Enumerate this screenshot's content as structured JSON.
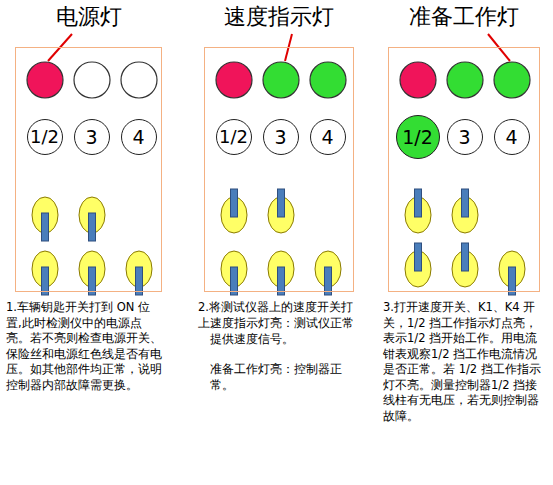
{
  "diagram": {
    "nodes": [
      {
        "text": [
          "电源灯"
        ]
      },
      {
        "text": [
          "1/2"
        ],
        "in": 0
      },
      {
        "text": [
          "3"
        ],
        "in": 0
      },
      {
        "text": [
          "4"
        ],
        "in": 0
      },
      {
        "text": [
          "速度指示灯"
        ]
      },
      {
        "text": [
          "1/2"
        ],
        "in": 4
      },
      {
        "text": [
          "3"
        ],
        "in": 4
      },
      {
        "text": [
          "4"
        ],
        "in": 4
      },
      {
        "text": [
          "准备工作灯"
        ]
      },
      {
        "text": [
          "1/2"
        ],
        "in": 8
      },
      {
        "text": [
          "3"
        ],
        "in": 8
      },
      {
        "text": [
          "4"
        ],
        "in": 8
      }
    ],
    "edges": [],
    "labels": [
      "1.车辆钥匙开关打到 ON 位置,此时检测仪中的电源点亮。若不亮则检查电源开关、保险丝和电源红色线是否有电压。如其他部件均正常，说明控制器内部故障需更换。",
      "2.将测试仪器上的速度开关打上。",
      "速度指示灯亮：测试仪正常提供速度信号。",
      "准备工作灯亮：控制器正常。",
      "3.打开速度开关、K1、K4 开关，1/2 挡工作指示灯点亮，表示1/2 挡开始工作。用电流钳表观察1/2 挡工作电流情况是否正常。若 1/2 挡工作指示灯不亮。测量控制器1/2 挡接线柱有无电压，若无则控制器故障。"
    ]
  }
}
